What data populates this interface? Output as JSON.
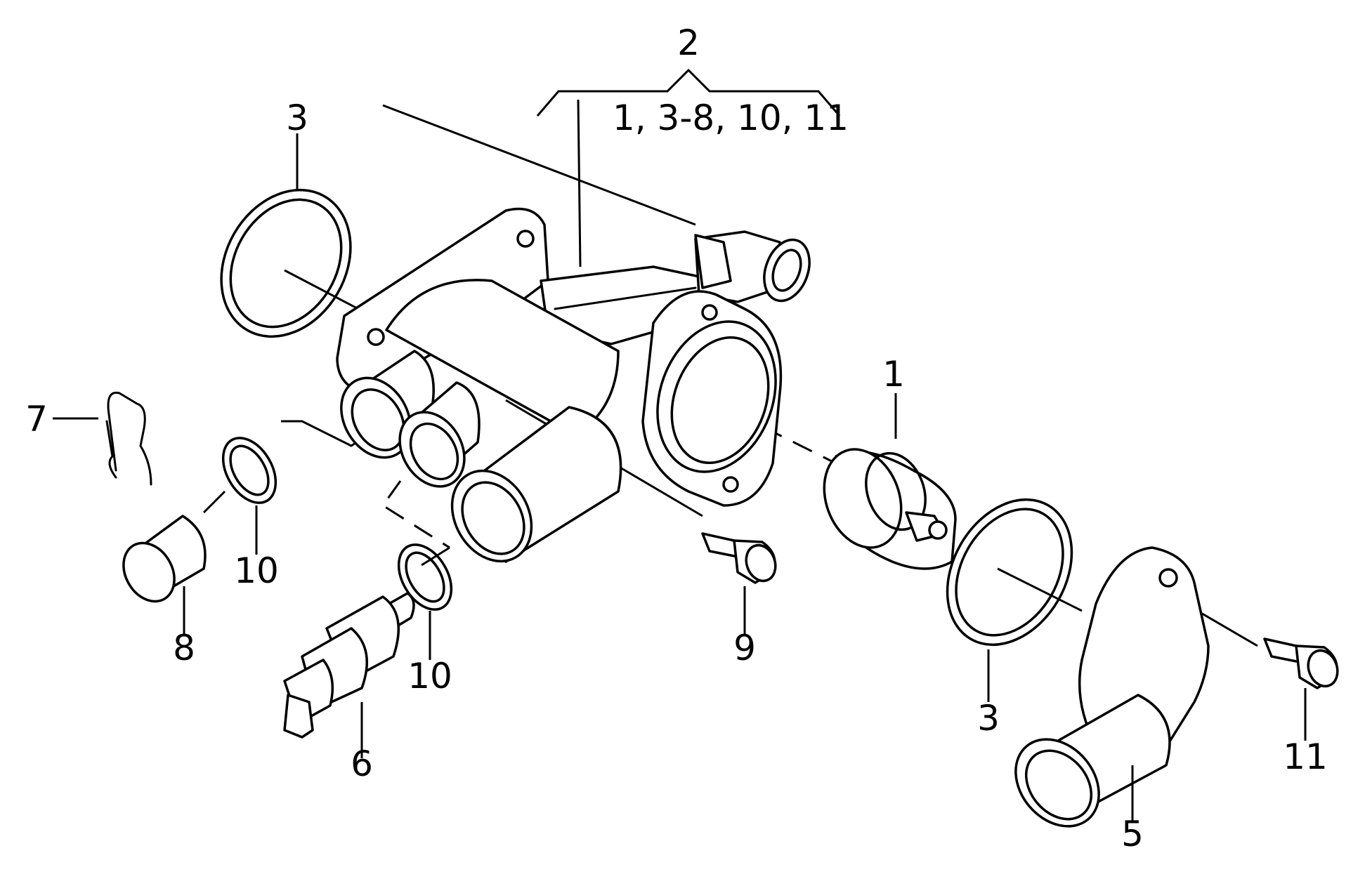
{
  "diagram": {
    "group_label": "2",
    "group_contents": "1, 3-8, 10, 11",
    "callouts": {
      "thermostat": "1",
      "o_ring_left": "3",
      "o_ring_right": "3",
      "connection_flange": "5",
      "temperature_sender": "6",
      "retaining_clip": "7",
      "sealing_plug": "8",
      "bolt_center": "9",
      "seal_ring_upper": "10",
      "seal_ring_lower": "10",
      "bolt_right": "11"
    },
    "colors": {
      "line": "#000000",
      "background": "#ffffff"
    }
  }
}
